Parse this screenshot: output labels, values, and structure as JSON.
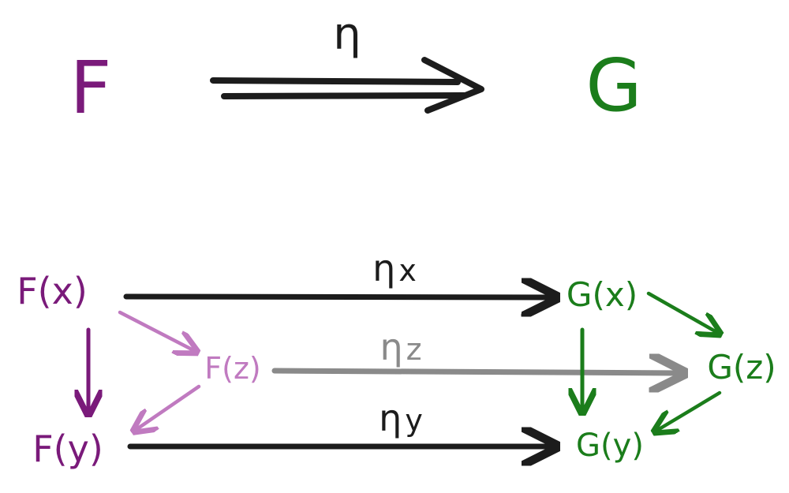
{
  "colors": {
    "F": "#7a1a7a",
    "F_light": "#c07ac0",
    "G": "#1b7d1b",
    "ink": "#1c1c1c",
    "gray": "#8a8a8a"
  },
  "top": {
    "source": "F",
    "target": "G",
    "transformation": "η"
  },
  "nodes": {
    "Fx": "F(x)",
    "Fy": "F(y)",
    "Fz": "F(z)",
    "Gx": "G(x)",
    "Gy": "G(y)",
    "Gz": "G(z)"
  },
  "components": {
    "eta_x": {
      "base": "η",
      "sub": "x"
    },
    "eta_y": {
      "base": "η",
      "sub": "y"
    },
    "eta_z": {
      "base": "η",
      "sub": "z"
    }
  }
}
